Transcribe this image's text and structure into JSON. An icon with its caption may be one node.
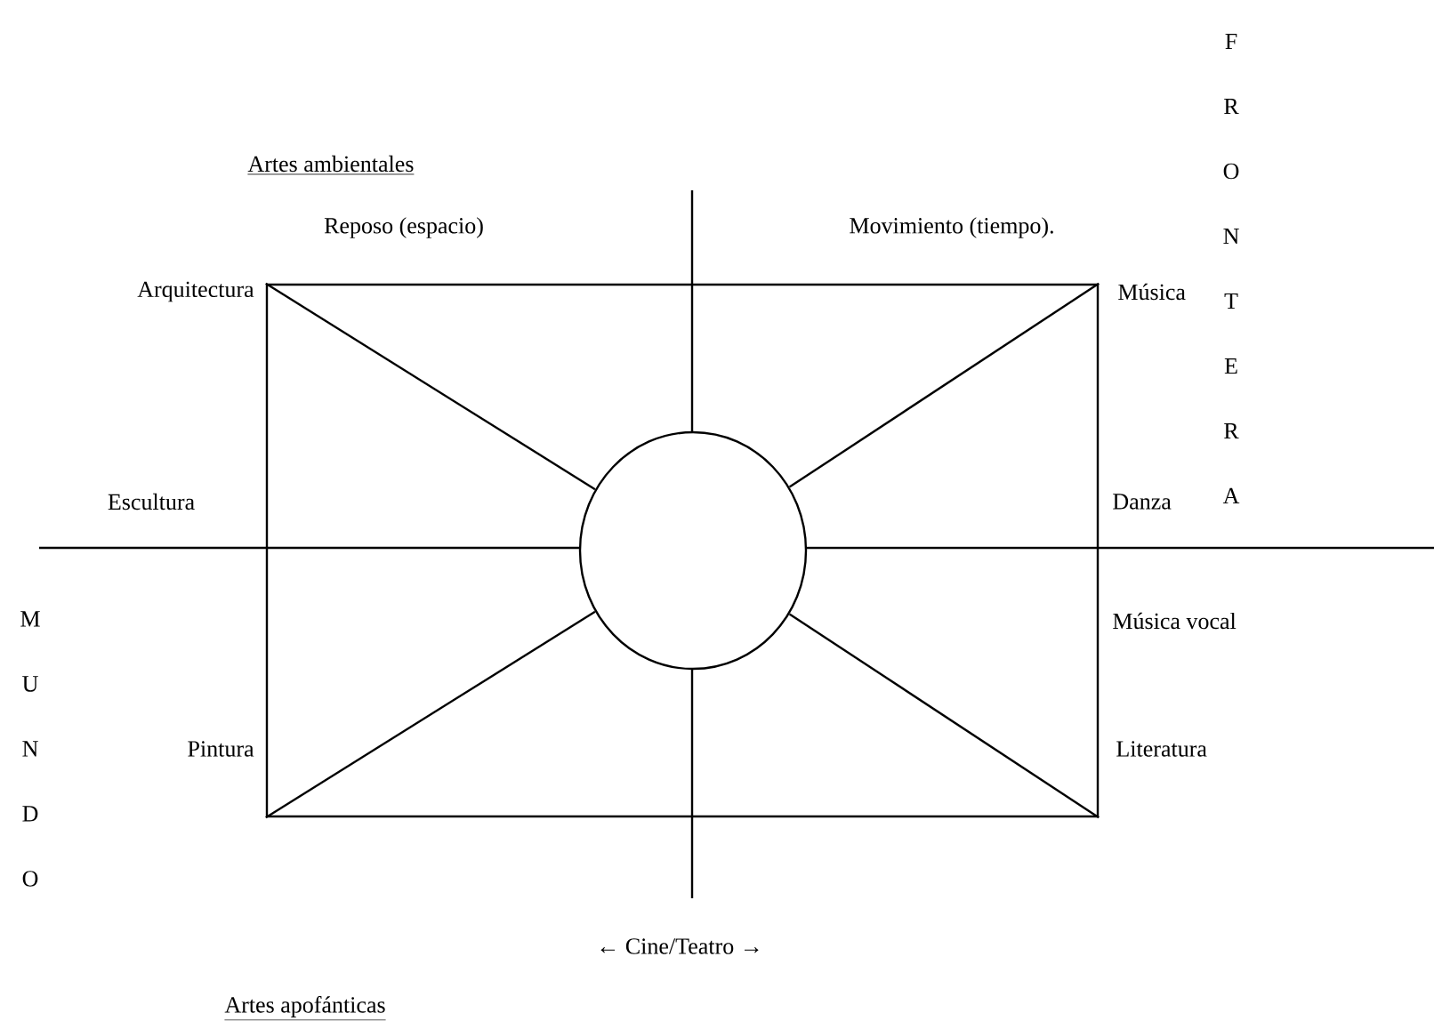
{
  "diagram": {
    "nodes": [
      {
        "text": [],
        "shape": "box"
      },
      {
        "text": [],
        "shape": "circle",
        "in": 0
      }
    ],
    "edges": [
      {
        "from": 0,
        "to": 1,
        "arrow": "none"
      },
      {
        "from": 0,
        "to": 1,
        "arrow": "none"
      },
      {
        "from": 0,
        "to": 1,
        "arrow": "none"
      },
      {
        "from": 0,
        "to": 1,
        "arrow": "none"
      }
    ],
    "labels": [
      "F R O N T E R A",
      "Artes ambientales",
      "Reposo (espacio)",
      "Movimiento (tiempo).",
      "Arquitectura",
      "Música",
      "Escultura",
      "Danza",
      "M U N D O",
      "Música vocal",
      "Pintura",
      "Literatura",
      "← Cine/Teatro →",
      "Artes apofánticas"
    ]
  }
}
